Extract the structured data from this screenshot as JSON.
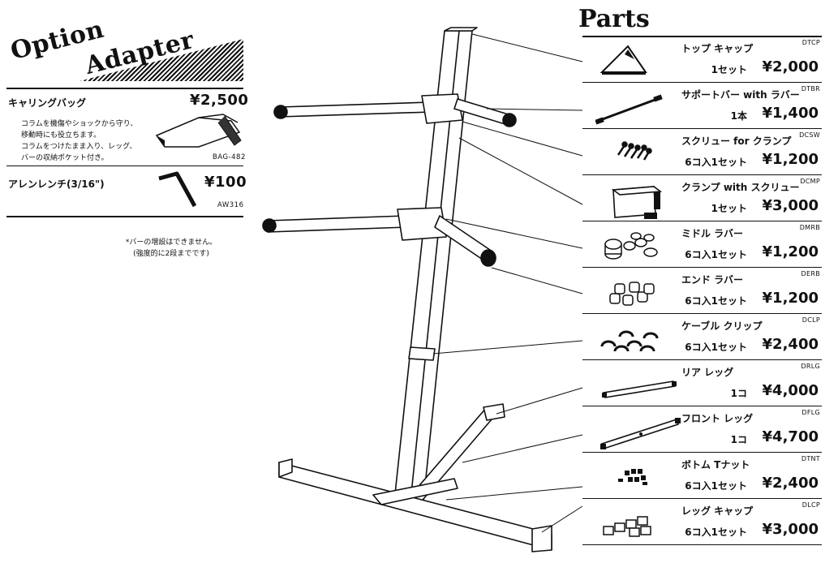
{
  "option_adapter": {
    "title_word1": "Option",
    "title_word2": "Adapter",
    "items": [
      {
        "name": "キャリングバッグ",
        "price": "¥2,500",
        "description": [
          "コラムを機傷やショックから守り、",
          "移動時にも役立ちます。",
          "コラムをつけたまま入り、レッグ、",
          "バーの収納ポケット付き。"
        ],
        "code": "BAG-482"
      },
      {
        "name": "アレンレンチ(3/16\")",
        "price": "¥100",
        "code": "AW316"
      }
    ],
    "note": [
      "*バーの増設はできません。",
      "(強度的に2段までです)"
    ]
  },
  "parts": {
    "title": "Parts",
    "items": [
      {
        "name": "トップ キャップ",
        "code": "DTCP",
        "qty": "1セット",
        "price": "¥2,000",
        "icon": "top-cap-icon"
      },
      {
        "name": "サポートバー with ラバー",
        "code": "DTBR",
        "qty": "1本",
        "price": "¥1,400",
        "icon": "support-bar-icon"
      },
      {
        "name": "スクリュー for クランプ",
        "code": "DCSW",
        "qty": "6コ入1セット",
        "price": "¥1,200",
        "icon": "screw-icon"
      },
      {
        "name": "クランプ with スクリュー",
        "code": "DCMP",
        "qty": "1セット",
        "price": "¥3,000",
        "icon": "clamp-icon"
      },
      {
        "name": "ミドル ラバー",
        "code": "DMRB",
        "qty": "6コ入1セット",
        "price": "¥1,200",
        "icon": "middle-rubber-icon"
      },
      {
        "name": "エンド ラバー",
        "code": "DERB",
        "qty": "6コ入1セット",
        "price": "¥1,200",
        "icon": "end-rubber-icon"
      },
      {
        "name": "ケーブル クリップ",
        "code": "DCLP",
        "qty": "6コ入1セット",
        "price": "¥2,400",
        "icon": "cable-clip-icon"
      },
      {
        "name": "リア レッグ",
        "code": "DRLG",
        "qty": "1コ",
        "price": "¥4,000",
        "icon": "rear-leg-icon"
      },
      {
        "name": "フロント レッグ",
        "code": "DFLG",
        "qty": "1コ",
        "price": "¥4,700",
        "icon": "front-leg-icon"
      },
      {
        "name": "ボトム Tナット",
        "code": "DTNT",
        "qty": "6コ入1セット",
        "price": "¥2,400",
        "icon": "t-nut-icon"
      },
      {
        "name": "レッグ キャップ",
        "code": "DLCP",
        "qty": "6コ入1セット",
        "price": "¥3,000",
        "icon": "leg-cap-icon"
      }
    ]
  }
}
